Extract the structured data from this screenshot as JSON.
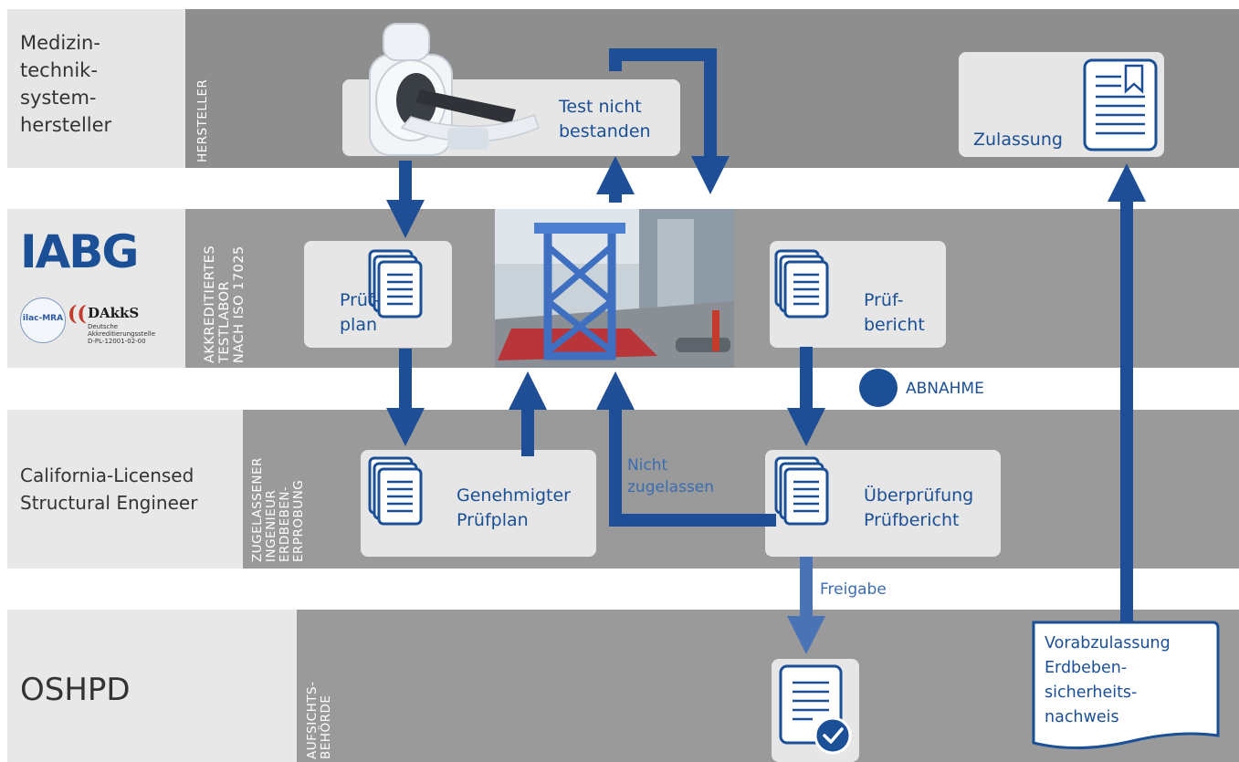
{
  "lanes": {
    "manufacturer": {
      "name": "Medizin-\ntechnik-\nsystem-\nhersteller",
      "role": "HERSTELLER"
    },
    "testlab": {
      "role": "AKKREDITIERTES\nTESTLABOR\nNACH ISO 17025"
    },
    "engineer": {
      "name": "California-Licensed\nStructural Engineer",
      "role": "ZUGELASSENER\nINGENIEUR\nERDBEBEN-\nERPROBUNG"
    },
    "authority": {
      "name": "OSHPD",
      "role": "AUFSICHTS-\nBEHÖRDE"
    }
  },
  "logos": {
    "iabg": "IABG",
    "ilac": "ilac-MRA",
    "dakks": "DAkkS",
    "dakks_line1": "Deutsche",
    "dakks_line2": "Akkreditierungsstelle",
    "dakks_line3": "D-PL-12001-02-00"
  },
  "cards": {
    "test_failed": "Test nicht\nbestanden",
    "approval": "Zulassung",
    "test_plan": "Prüf-\nplan",
    "test_report": "Prüf-\nbericht",
    "approved_plan": "Genehmigter\nPrüfplan",
    "report_review": "Überprüfung\nPrüfbericht"
  },
  "labels": {
    "acceptance": "ABNAHME",
    "not_approved": "Nicht\nzugelassen",
    "release": "Freigabe",
    "pre_approval": "Vorabzulassung\nErdbeben-\nsicherheits-\nnachweis"
  },
  "colors": {
    "accent_blue": "#1b4f96",
    "arrow_blue": "#1e4f96",
    "release_blue": "#4a73b5",
    "lane_gray": "#e8e8e8",
    "strip_gray": "#9a9a9a",
    "header_gray": "#8e8e8e"
  },
  "icons": [
    "ct-scanner",
    "document-stack-icon",
    "document-check-icon",
    "bookmark-document-icon",
    "test-rig-photo"
  ]
}
